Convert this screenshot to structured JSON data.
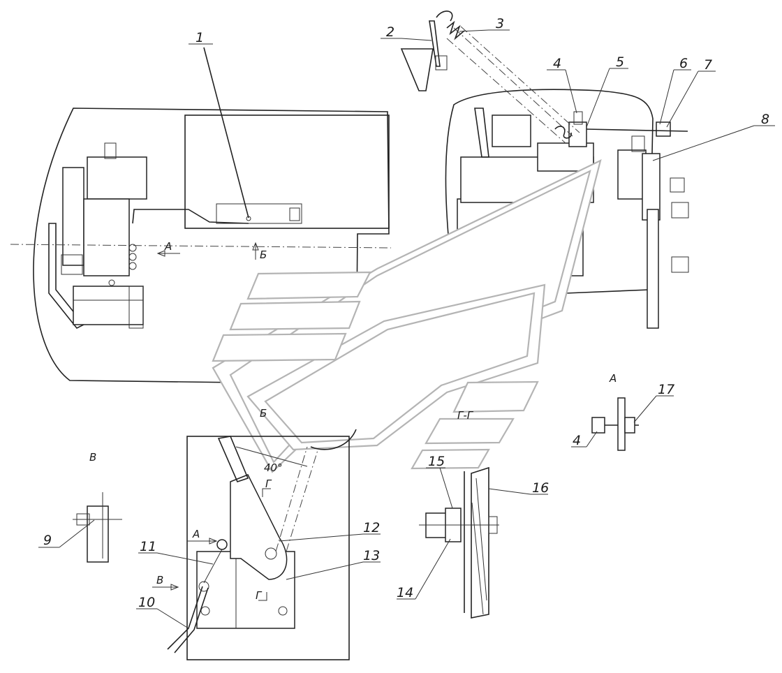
{
  "callouts": {
    "n1": "1",
    "n2": "2",
    "n3": "3",
    "n4": "4",
    "n5": "5",
    "n6": "6",
    "n7": "7",
    "n8": "8",
    "n9": "9",
    "n10": "10",
    "n11": "11",
    "n12": "12",
    "n13": "13",
    "n14": "14",
    "n15": "15",
    "n16": "16",
    "n17": "17",
    "n4_view_a": "4"
  },
  "view_labels": {
    "view_a": "А",
    "view_v": "В",
    "section_b": "Б",
    "section_gg": "Г-Г"
  },
  "annotations": {
    "arrow_a_top": "А",
    "arrow_b_top": "Б",
    "arrow_a_lower": "А",
    "arrow_v_lower": "В",
    "cut_g_upper": "Г",
    "cut_g_lower": "Г",
    "angle": "40°"
  },
  "colors": {
    "ink": "#222222",
    "watermark": "#b4b4b4",
    "paper": "#ffffff"
  }
}
